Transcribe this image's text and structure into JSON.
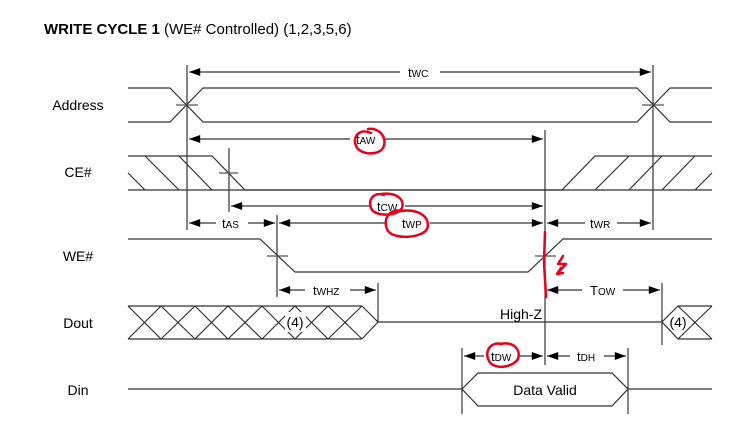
{
  "title": {
    "bold": "WRITE CYCLE 1",
    "rest": " (WE# Controlled) (1,2,3,5,6)"
  },
  "signals": [
    {
      "name": "Address"
    },
    {
      "name": "CE#"
    },
    {
      "name": "WE#"
    },
    {
      "name": "Dout"
    },
    {
      "name": "Din"
    }
  ],
  "timings": {
    "twc": {
      "main": "t",
      "sub": "WC"
    },
    "taw": {
      "main": "t",
      "sub": "AW"
    },
    "tas": {
      "main": "t",
      "sub": "AS"
    },
    "tcw": {
      "main": "t",
      "sub": "CW"
    },
    "twp": {
      "main": "t",
      "sub": "WP"
    },
    "twr": {
      "main": "t",
      "sub": "WR"
    },
    "twhz": {
      "main": "t",
      "sub": "WHZ"
    },
    "tow": {
      "main": "T",
      "sub": "OW"
    },
    "tdw": {
      "main": "t",
      "sub": "DW"
    },
    "tdh": {
      "main": "t",
      "sub": "DH"
    }
  },
  "labels": {
    "note4_left": "(4)",
    "note4_right": "(4)",
    "high_z": "High-Z",
    "data_valid": "Data Valid"
  },
  "annotations": {
    "color": "#e8001c",
    "circled": [
      "taw",
      "tcw",
      "twp",
      "tdw"
    ]
  }
}
